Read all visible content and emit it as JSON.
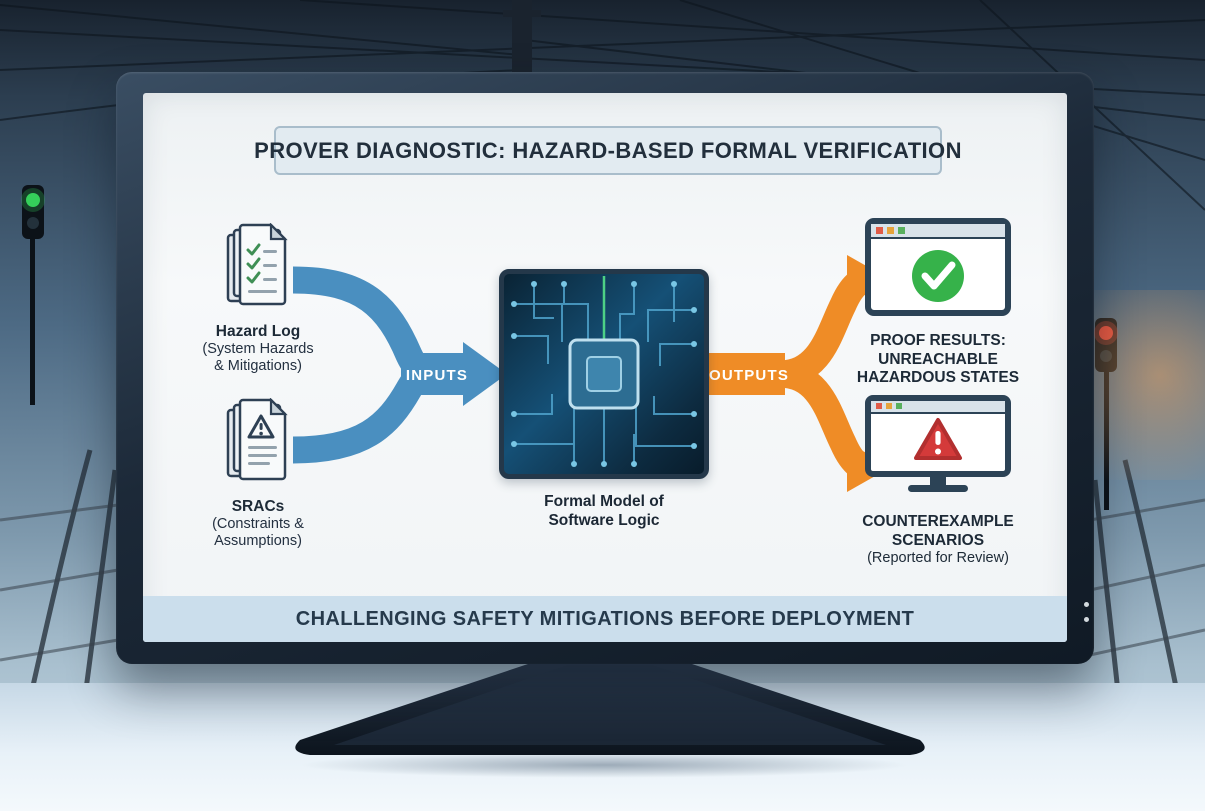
{
  "screen": {
    "title": "PROVER DIAGNOSTIC: HAZARD-BASED FORMAL VERIFICATION",
    "footer": "CHALLENGING SAFETY MITIGATIONS BEFORE DEPLOYMENT",
    "inputs_arrow_label": "INPUTS",
    "outputs_arrow_label": "OUTPUTS",
    "inputs": [
      {
        "title": "Hazard Log",
        "subtitle_line1": "(System Hazards",
        "subtitle_line2": "& Mitigations)",
        "icon": "checklist-document-icon"
      },
      {
        "title": "SRACs",
        "subtitle_line1": "(Constraints &",
        "subtitle_line2": "Assumptions)",
        "icon": "warning-document-icon"
      }
    ],
    "center": {
      "caption_line1": "Formal Model of",
      "caption_line2": "Software Logic",
      "icon": "circuit-board-chip-image"
    },
    "outputs": [
      {
        "line1": "PROOF RESULTS:",
        "line2": "UNREACHABLE",
        "line3": "HAZARDOUS STATES",
        "icon": "browser-window-check-icon"
      },
      {
        "line1": "COUNTEREXAMPLE",
        "line2": "SCENARIOS",
        "line3": "(Reported for Review)",
        "icon": "monitor-warning-icon"
      }
    ]
  },
  "scene": {
    "left_signal_color": "#35d05a",
    "right_signal_color": "#e8443a"
  },
  "colors": {
    "input_arrow_blue": "#4a8fc0",
    "output_arrow_orange": "#ef8c26",
    "proof_green": "#36b24a",
    "counterexample_red": "#d43a3a",
    "title_box_bg": "#e2ebf1",
    "footer_bg": "#cbdeec"
  }
}
